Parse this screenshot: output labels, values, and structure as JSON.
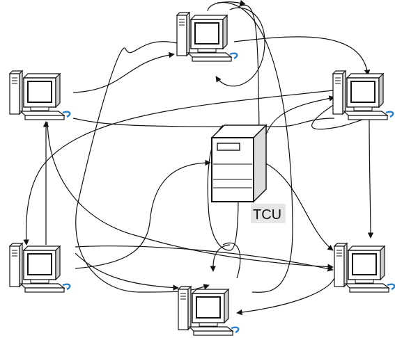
{
  "diagram": {
    "server_label": "TCU",
    "nodes": [
      {
        "id": "top",
        "kind": "computer"
      },
      {
        "id": "left-upper",
        "kind": "computer"
      },
      {
        "id": "right-upper",
        "kind": "computer"
      },
      {
        "id": "left-lower",
        "kind": "computer"
      },
      {
        "id": "right-lower",
        "kind": "computer"
      },
      {
        "id": "bottom",
        "kind": "computer"
      },
      {
        "id": "tcu",
        "kind": "server"
      }
    ],
    "colors": {
      "line": "#111111",
      "screen": "#ffffff",
      "cable": "#2a7fc9",
      "label_bg": "#e6e6e6"
    }
  }
}
